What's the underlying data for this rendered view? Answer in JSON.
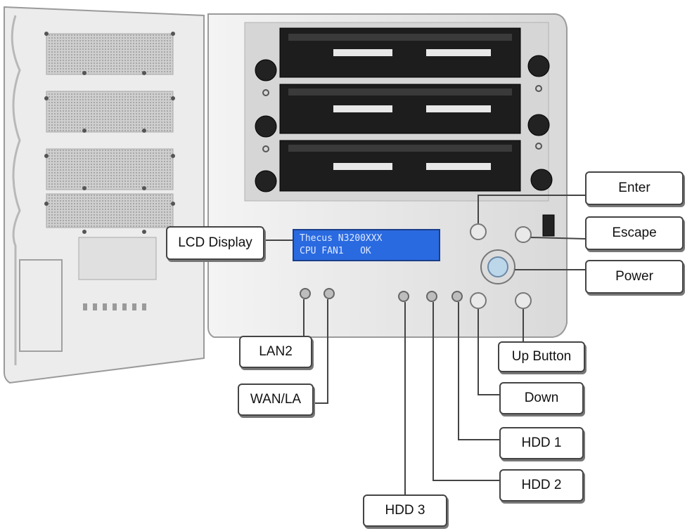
{
  "lcd": {
    "line1": "Thecus N3200XXX",
    "line2": "CPU FAN1   OK"
  },
  "labels": {
    "enter": "Enter",
    "escape": "Escape",
    "power": "Power",
    "up_button": "Up Button",
    "down": "Down",
    "hdd1": "HDD 1",
    "hdd2": "HDD 2",
    "hdd3": "HDD 3",
    "lan2": "LAN2",
    "wan_la": "WAN/LA",
    "lcd_display": "LCD Display"
  },
  "drive_bays": 3,
  "colors": {
    "lcd_background": "#2a6ae0",
    "chassis": "#e4e4e4",
    "drive": "#1d1d1d"
  }
}
